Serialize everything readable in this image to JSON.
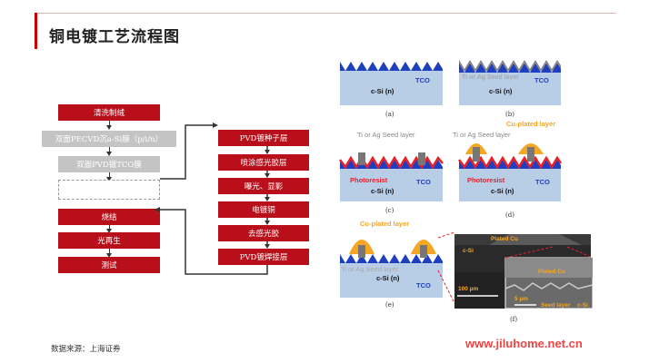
{
  "title": "铜电镀工艺流程图",
  "source": "数据来源：上海证券",
  "watermark": "www.jiluhome.net.cn",
  "colors": {
    "accent": "#b80f1a",
    "gray_step": "#c4c4c4",
    "si": "#b8cde6",
    "tco": "#1e3fbf",
    "photoresist": "#e8202a",
    "copper": "#f5a623",
    "seed": "#777777"
  },
  "left_flow": {
    "steps": [
      {
        "label": "清洗制绒",
        "style": "red"
      },
      {
        "label": "双面PECVD沉a-Si膜（p/i/n）",
        "style": "gray"
      },
      {
        "label": "双面PVD镀TCO膜",
        "style": "gray"
      },
      {
        "label": "",
        "style": "dashed"
      },
      {
        "label": "烧结",
        "style": "red"
      },
      {
        "label": "光再生",
        "style": "red"
      },
      {
        "label": "测试",
        "style": "red"
      }
    ],
    "sub_steps": [
      "PVD镀种子层",
      "喷涂感光胶层",
      "曝光、显影",
      "电镀铜",
      "去感光胶",
      "PVD镀焊接层"
    ]
  },
  "panels": {
    "a": {
      "caption": "(a)",
      "tco": "TCO",
      "si": "c-Si (n)"
    },
    "b": {
      "caption": "(b)",
      "seed": "Ti or Ag Seed layer",
      "tco": "TCO",
      "si": "c-Si (n)"
    },
    "c": {
      "caption": "(c)",
      "seed": "Ti or Ag Seed layer",
      "photoresist": "Photoresist",
      "tco": "TCO",
      "si": "c-Si (n)"
    },
    "d": {
      "caption": "(d)",
      "cu": "Cu-plated layer",
      "seed": "Ti or Ag Seed layer",
      "photoresist": "Photoresist",
      "tco": "TCO",
      "si": "c-Si (n)"
    },
    "e": {
      "caption": "(e)",
      "cu": "Cu-plated layer",
      "seed": "Ti or Ag Seed layer",
      "tco": "TCO",
      "si": "c-Si (n)"
    },
    "f": {
      "caption": "(f)",
      "plated_cu_1": "Plated Cu",
      "plated_cu_2": "Plated Cu",
      "csi_1": "c-Si",
      "csi_2": "c-Si",
      "scale_1": "100 µm",
      "scale_2": "5 µm",
      "seed": "Seed layer"
    }
  }
}
